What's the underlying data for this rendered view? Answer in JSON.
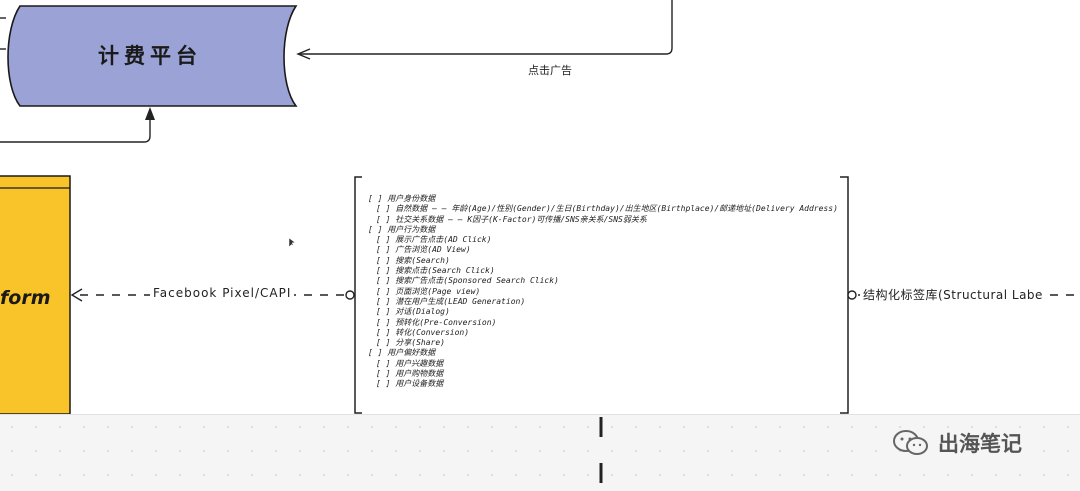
{
  "diagram": {
    "billing_platform": {
      "label": "计费平台",
      "fill": "#9ba3d6",
      "stroke": "#1a1a1a"
    },
    "ad_click_edge": {
      "label": "点击广告"
    },
    "platform_node": {
      "label": "form",
      "fill": "#f9c32a"
    },
    "facebook_edge": {
      "label": "Facebook Pixel/CAPI"
    },
    "structure_edge": {
      "label": "结构化标签库(Structural Labe"
    },
    "taxonomy": [
      {
        "level": 0,
        "text": "[ ] 用户身份数据"
      },
      {
        "level": 1,
        "text": "[ ] 自然数据 — — 年龄(Age)/性别(Gender)/生日(Birthday)/出生地区(Birthplace)/邮递地址(Delivery Address)"
      },
      {
        "level": 1,
        "text": "[ ] 社交关系数据 — — K因子(K-Factor)可传播/SNS亲关系/SNS弱关系"
      },
      {
        "level": 0,
        "text": "[ ] 用户行为数据"
      },
      {
        "level": 1,
        "text": "[ ] 展示广告点击(AD Click)"
      },
      {
        "level": 1,
        "text": "[ ] 广告浏览(AD View)"
      },
      {
        "level": 1,
        "text": "[ ] 搜索(Search)"
      },
      {
        "level": 1,
        "text": "[ ] 搜索点击(Search Click)"
      },
      {
        "level": 1,
        "text": "[ ] 搜索广告点击(Sponsored Search Click)"
      },
      {
        "level": 1,
        "text": "[ ] 页面浏览(Page view)"
      },
      {
        "level": 1,
        "text": "[ ] 潜在用户生成(LEAD Generation)"
      },
      {
        "level": 1,
        "text": "[ ] 对话(Dialog)"
      },
      {
        "level": 1,
        "text": "[ ] 预转化(Pre-Conversion)"
      },
      {
        "level": 1,
        "text": "[ ] 转化(Conversion)"
      },
      {
        "level": 1,
        "text": "[ ] 分享(Share)"
      },
      {
        "level": 0,
        "text": "[ ] 用户偏好数据"
      },
      {
        "level": 1,
        "text": "[ ] 用户兴趣数据"
      },
      {
        "level": 1,
        "text": "[ ] 用户购物数据"
      },
      {
        "level": 1,
        "text": "[ ] 用户设备数据"
      }
    ]
  },
  "watermark": {
    "text": "出海笔记",
    "icon": "wechat-icon"
  }
}
